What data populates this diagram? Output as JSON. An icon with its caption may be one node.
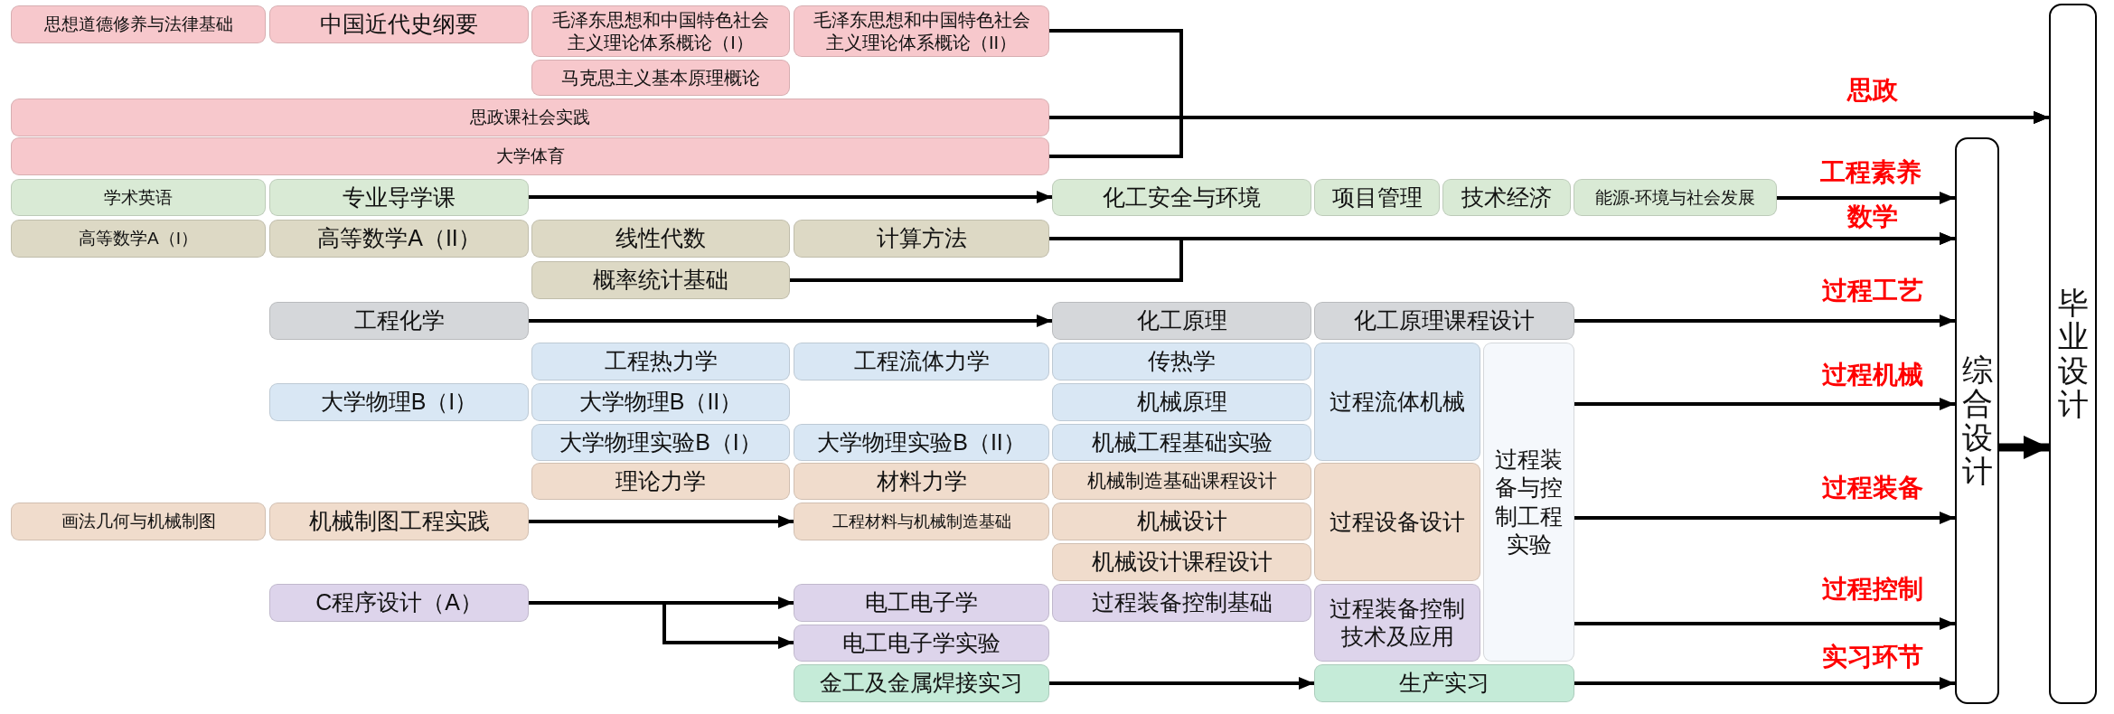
{
  "diagram": {
    "nodes": [
      {
        "text": [
          "思想道德修养与法律基础"
        ]
      },
      {
        "text": [
          "中国近代史纲要"
        ]
      },
      {
        "text": [
          "毛泽东思想和中国特色社会主义理论体系概论（I）"
        ]
      },
      {
        "text": [
          "毛泽东思想和中国特色社会主义理论体系概论（II）"
        ]
      },
      {
        "text": [
          "马克思主义基本原理概论"
        ]
      },
      {
        "text": [
          "思政课社会实践"
        ]
      },
      {
        "text": [
          "大学体育"
        ]
      },
      {
        "text": [
          "学术英语"
        ]
      },
      {
        "text": [
          "专业导学课"
        ]
      },
      {
        "text": [
          "化工安全与环境"
        ]
      },
      {
        "text": [
          "项目管理"
        ]
      },
      {
        "text": [
          "技术经济"
        ]
      },
      {
        "text": [
          "能源-环境与社会发展"
        ]
      },
      {
        "text": [
          "高等数学A（I）"
        ]
      },
      {
        "text": [
          "高等数学A（II）"
        ]
      },
      {
        "text": [
          "线性代数"
        ]
      },
      {
        "text": [
          "计算方法"
        ]
      },
      {
        "text": [
          "概率统计基础"
        ]
      },
      {
        "text": [
          "工程化学"
        ]
      },
      {
        "text": [
          "化工原理"
        ]
      },
      {
        "text": [
          "化工原理课程设计"
        ]
      },
      {
        "text": [
          "工程热力学"
        ]
      },
      {
        "text": [
          "工程流体力学"
        ]
      },
      {
        "text": [
          "传热学"
        ]
      },
      {
        "text": [
          "过程流体机械"
        ]
      },
      {
        "text": [
          "过程装备与控制工程实验"
        ]
      },
      {
        "text": [
          "大学物理B（I）"
        ]
      },
      {
        "text": [
          "大学物理B（II）"
        ]
      },
      {
        "text": [
          "机械原理"
        ]
      },
      {
        "text": [
          "大学物理实验B（I）"
        ]
      },
      {
        "text": [
          "大学物理实验B（II）"
        ]
      },
      {
        "text": [
          "机械工程基础实验"
        ]
      },
      {
        "text": [
          "理论力学"
        ]
      },
      {
        "text": [
          "材料力学"
        ]
      },
      {
        "text": [
          "机械制造基础课程设计"
        ]
      },
      {
        "text": [
          "过程设备设计"
        ]
      },
      {
        "text": [
          "画法几何与机械制图"
        ]
      },
      {
        "text": [
          "机械制图工程实践"
        ]
      },
      {
        "text": [
          "工程材料与机械制造基础"
        ]
      },
      {
        "text": [
          "机械设计"
        ]
      },
      {
        "text": [
          "机械设计课程设计"
        ]
      },
      {
        "text": [
          "C程序设计（A）"
        ]
      },
      {
        "text": [
          "电工电子学"
        ]
      },
      {
        "text": [
          "过程装备控制基础"
        ]
      },
      {
        "text": [
          "过程装备控制技术及应用"
        ]
      },
      {
        "text": [
          "电工电子学实验"
        ]
      },
      {
        "text": [
          "金工及金属焊接实习"
        ]
      },
      {
        "text": [
          "生产实习"
        ]
      },
      {
        "text": [
          "综合设计"
        ]
      },
      {
        "text": [
          "毕业设计"
        ]
      }
    ],
    "edges": [
      {
        "from": 3,
        "to": 49,
        "arrow": "to"
      },
      {
        "from": 5,
        "to": 49,
        "arrow": "to",
        "label": "思政"
      },
      {
        "from": 6,
        "to": 49,
        "arrow": "to"
      },
      {
        "from": 8,
        "to": 9,
        "arrow": "to"
      },
      {
        "from": 12,
        "to": 48,
        "arrow": "to",
        "label": "工程素养"
      },
      {
        "from": 16,
        "to": 48,
        "arrow": "to",
        "label": "数学"
      },
      {
        "from": 17,
        "to": 48,
        "arrow": "to"
      },
      {
        "from": 18,
        "to": 19,
        "arrow": "to"
      },
      {
        "from": 20,
        "to": 48,
        "arrow": "to",
        "label": "过程工艺"
      },
      {
        "from": 25,
        "to": 48,
        "arrow": "to",
        "label": "过程机械"
      },
      {
        "from": 25,
        "to": 48,
        "arrow": "to",
        "label": "过程装备"
      },
      {
        "from": 25,
        "to": 48,
        "arrow": "to",
        "label": "过程控制"
      },
      {
        "from": 37,
        "to": 38,
        "arrow": "to"
      },
      {
        "from": 41,
        "to": 42,
        "arrow": "to"
      },
      {
        "from": 41,
        "to": 45,
        "arrow": "to"
      },
      {
        "from": 46,
        "to": 47,
        "arrow": "to"
      },
      {
        "from": 47,
        "to": 48,
        "arrow": "to",
        "label": "实习环节"
      },
      {
        "from": 48,
        "to": 49,
        "arrow": "to",
        "style": "thick"
      }
    ]
  }
}
